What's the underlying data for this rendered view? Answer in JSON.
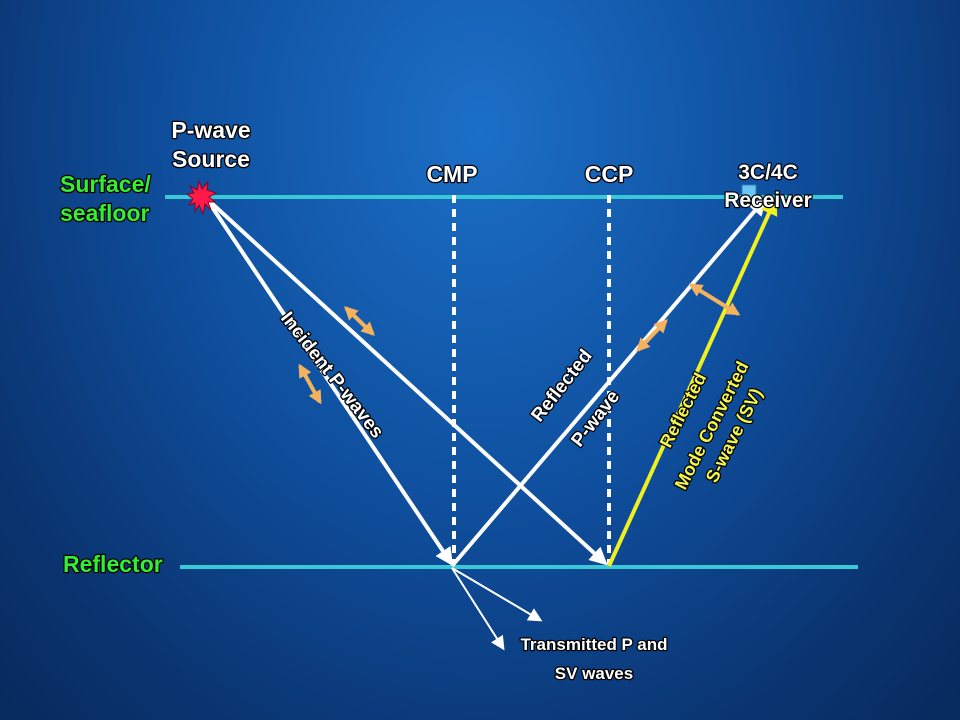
{
  "labels": {
    "source_line1": "P-wave",
    "source_line2": "Source",
    "cmp": "CMP",
    "ccp": "CCP",
    "receiver_line1": "3C/4C",
    "receiver_line2": "Receiver",
    "surface_line1": "Surface/",
    "surface_line2": "seafloor",
    "reflector": "Reflector",
    "incident": "Incident P-waves",
    "reflected_p_line1": "Reflected",
    "reflected_p_line2": "P-wave",
    "converted_line1": "Reflected",
    "converted_line2": "Mode Converted",
    "converted_line3": "S-wave (SV)",
    "transmitted_line1": "Transmitted P and",
    "transmitted_line2": "SV waves"
  },
  "colors": {
    "interface_line": "#38c8d8",
    "ray": "#ffffff",
    "converted_ray": "#f0f020",
    "particle_motion": "#f5b25e",
    "source_star": "#ff1a4a",
    "receiver": "#6cc6f2",
    "label_green": "#33ee33",
    "label_yellow": "#f6f64a"
  }
}
